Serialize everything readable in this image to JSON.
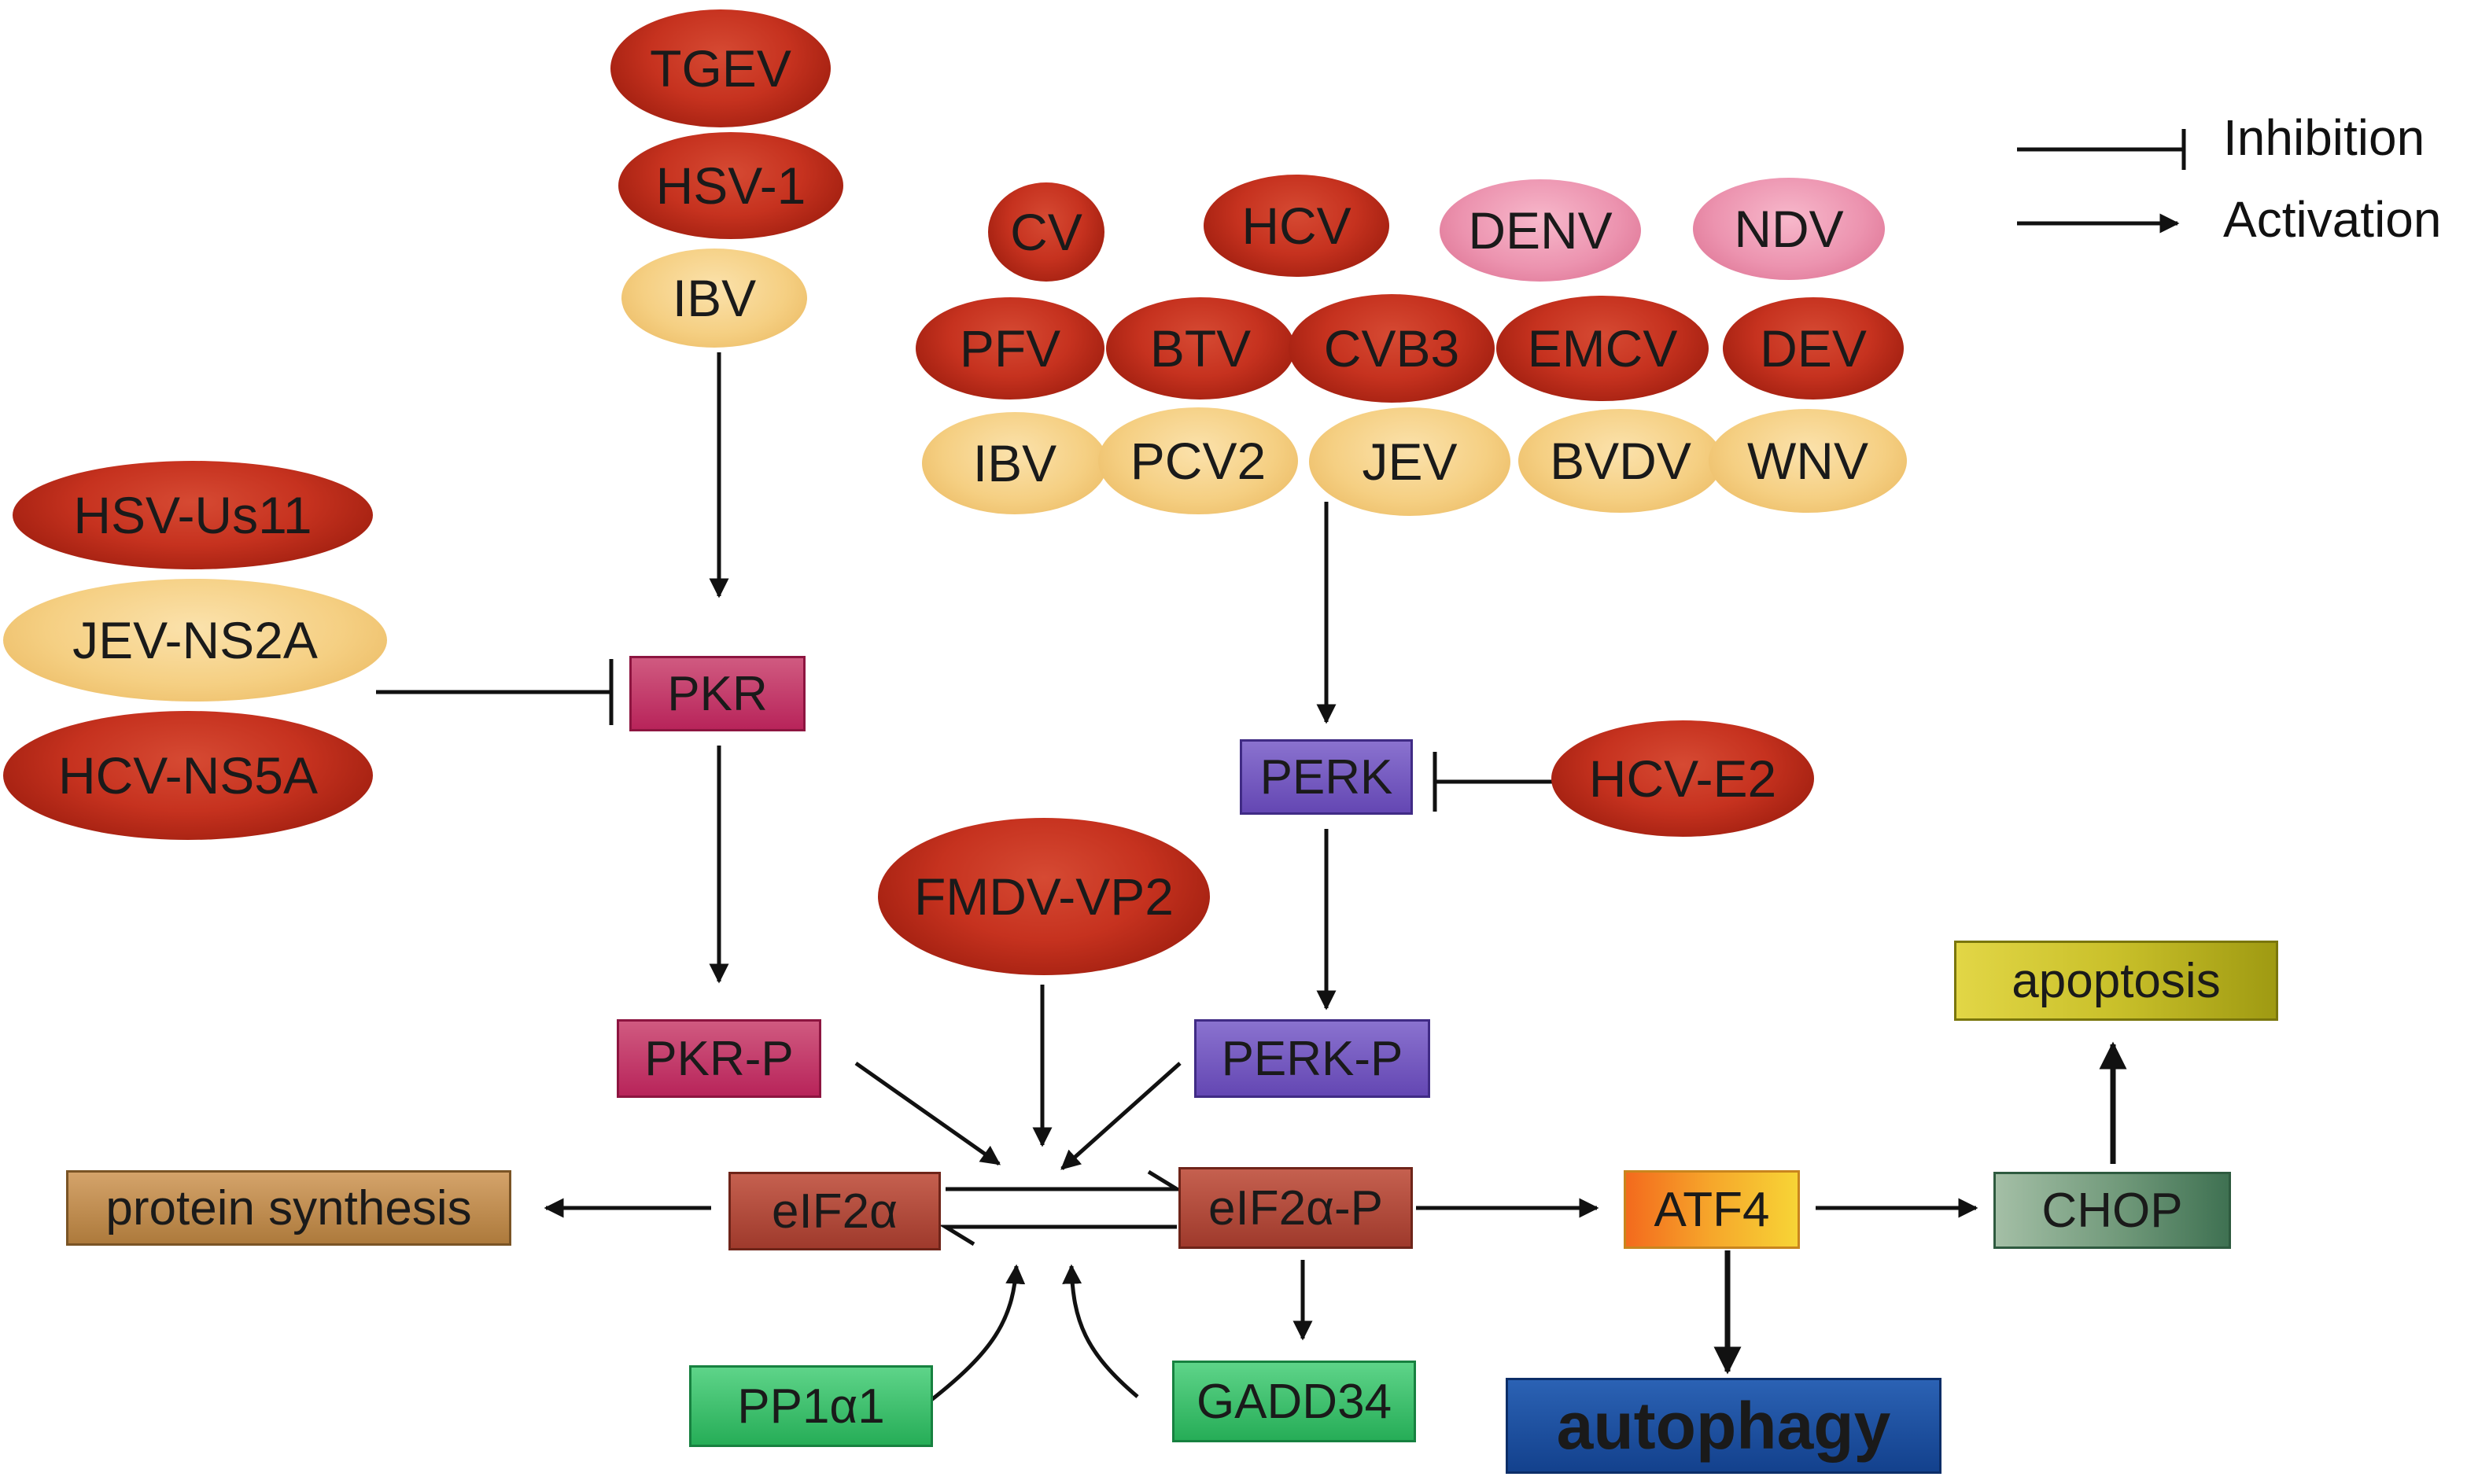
{
  "legend": {
    "inhibition": "Inhibition",
    "activation": "Activation"
  },
  "viruses_pkr": {
    "tgev": "TGEV",
    "hsv1": "HSV-1",
    "ibv": "IBV"
  },
  "inhibitors_pkr": {
    "hsv_us11": "HSV-Us11",
    "jev_ns2a": "JEV-NS2A",
    "hcv_ns5a": "HCV-NS5A"
  },
  "viruses_perk": {
    "row1": [
      "CV",
      "HCV",
      "DENV",
      "NDV"
    ],
    "row2": [
      "PFV",
      "BTV",
      "CVB3",
      "EMCV",
      "DEV"
    ],
    "row3": [
      "IBV",
      "PCV2",
      "JEV",
      "BVDV",
      "WNV"
    ]
  },
  "inhibitor_perk": "HCV-E2",
  "activator_fmdv": "FMDV-VP2",
  "pathway": {
    "pkr": "PKR",
    "pkr_p": "PKR-P",
    "perk": "PERK",
    "perk_p": "PERK-P",
    "eif2a": "eIF2α",
    "eif2a_p": "eIF2α-P",
    "protein_synthesis": "protein synthesis",
    "pp1a1": "PP1α1",
    "gadd34": "GADD34",
    "atf4": "ATF4",
    "chop": "CHOP",
    "apoptosis": "apoptosis",
    "autophagy": "autophagy"
  }
}
